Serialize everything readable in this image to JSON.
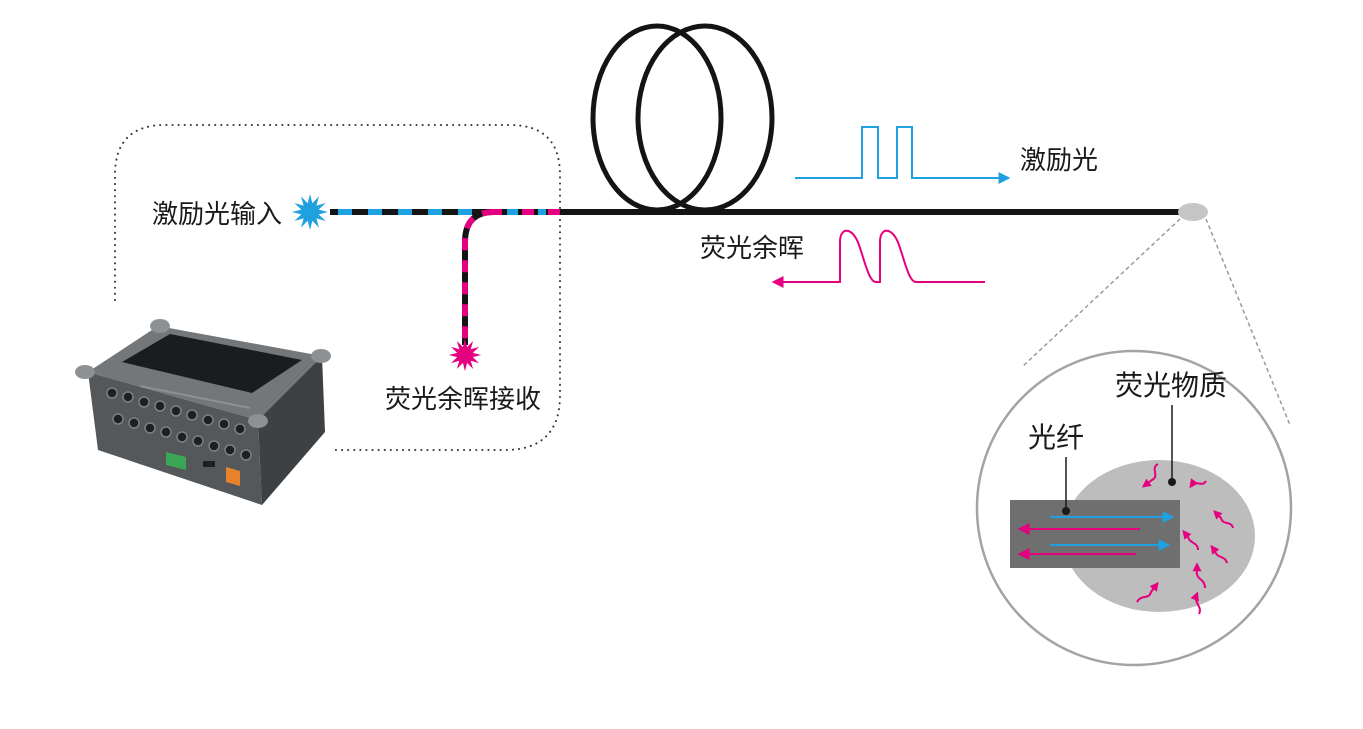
{
  "labels": {
    "excitation_input": "激励光输入",
    "afterglow_receive": "荧光余晖接收",
    "excitation_light": "激励光",
    "fluorescence_afterglow": "荧光余晖",
    "fiber": "光纤",
    "fluorescent_material": "荧光物质"
  },
  "icons": {
    "excitation_source": "starburst-icon",
    "afterglow_receiver": "starburst-icon",
    "device": "measurement-device-icon"
  },
  "colors": {
    "excitation": "#1fa1df",
    "afterglow": "#e5007f",
    "fiber": "#141414",
    "probe": "#c6c6c6",
    "material": "#bdbdbd",
    "fiber_core": "#6f6f6f",
    "zoom_outline": "#a3a3a3"
  }
}
